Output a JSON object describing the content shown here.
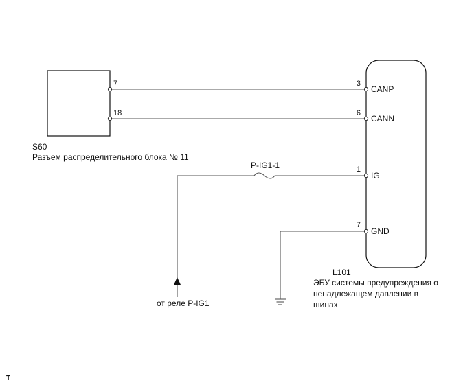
{
  "connector_s60": {
    "code": "S60",
    "name": "Разъем распределительного блока № 11",
    "pins": [
      "7",
      "18"
    ]
  },
  "ecu_l101": {
    "code": "L101",
    "name_lines": [
      "ЭБУ системы предупреждения о",
      "ненадлежащем давлении в",
      "шинах"
    ],
    "terminals": [
      {
        "pin": "3",
        "name": "CANP"
      },
      {
        "pin": "6",
        "name": "CANN"
      },
      {
        "pin": "1",
        "name": "IG"
      },
      {
        "pin": "7",
        "name": "GND"
      }
    ]
  },
  "fuse": {
    "name": "P-IG1-1"
  },
  "source": {
    "label": "от реле P-IG1"
  },
  "corner_mark": "T"
}
